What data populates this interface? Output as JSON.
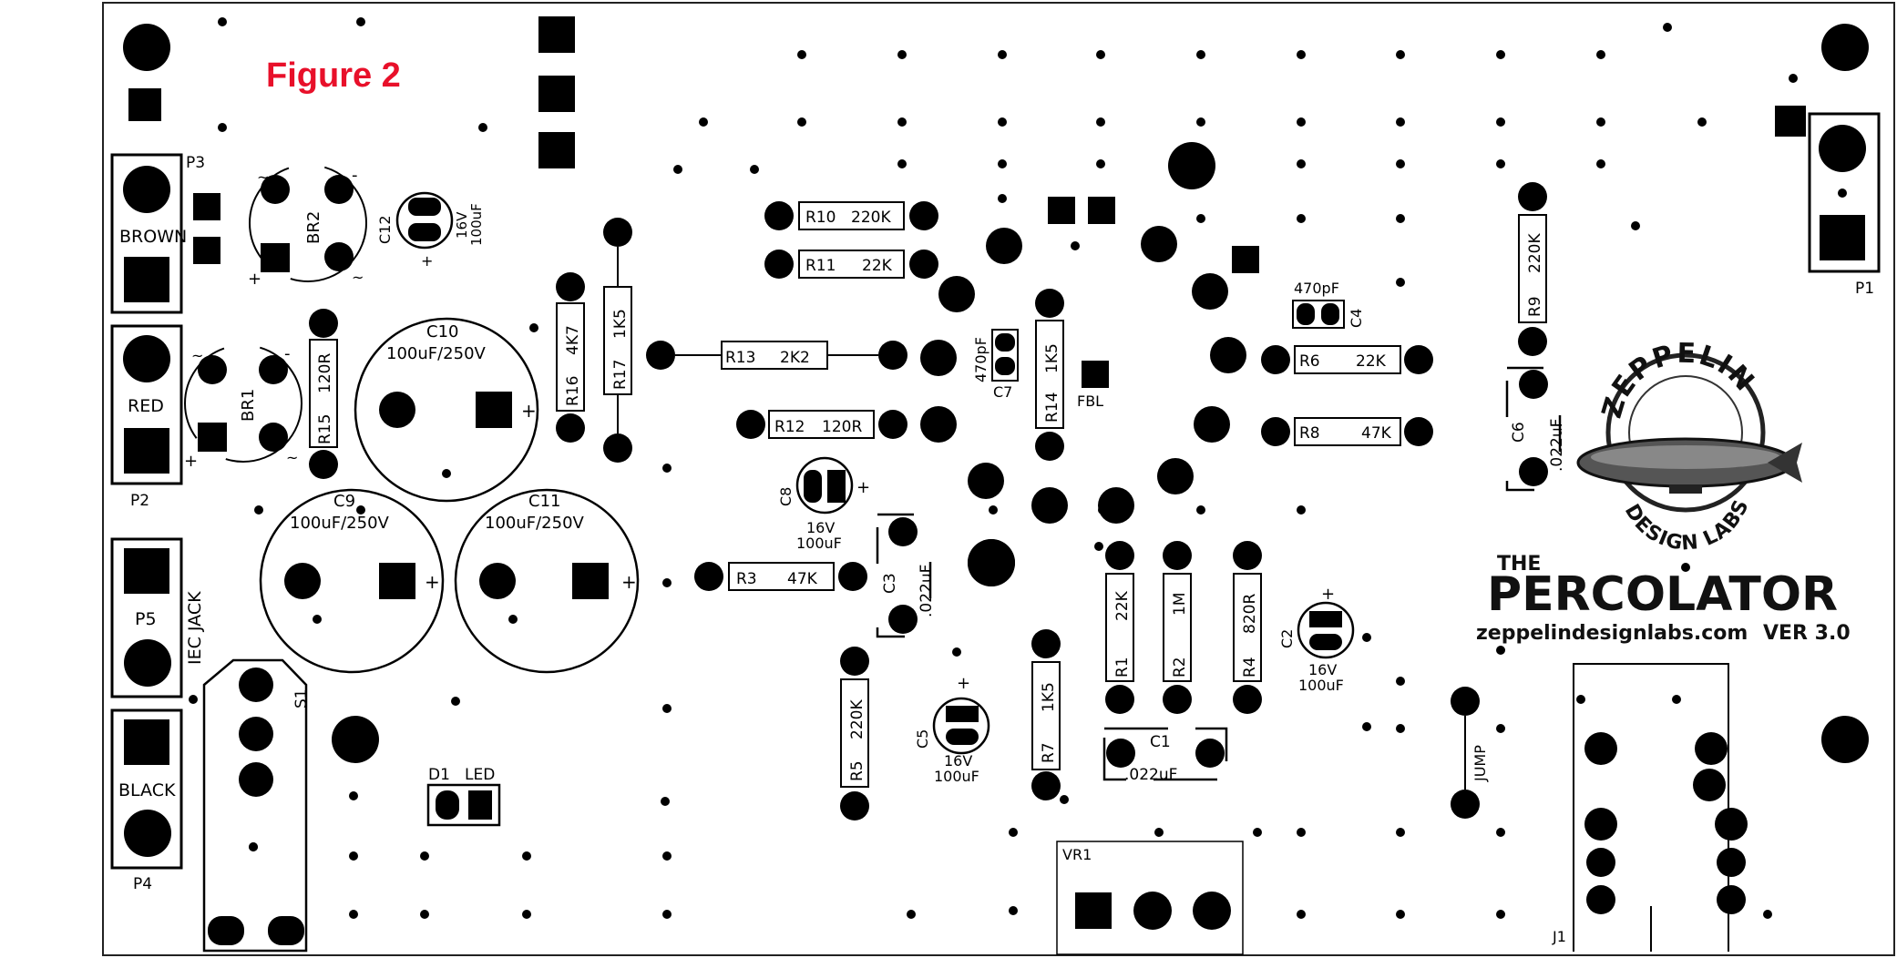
{
  "figure_label": "Figure 2",
  "connectors": {
    "P1": "P1",
    "P2": "P2",
    "P3": "P3",
    "P4": "P4",
    "P5": "P5",
    "brown": "BROWN",
    "red": "RED",
    "black": "BLACK",
    "iec_jack": "IEC JACK",
    "s1": "S1",
    "j1": "J1",
    "jump": "JUMP",
    "vr1": "VR1"
  },
  "diodes": {
    "br1": "BR1",
    "br2": "BR2",
    "d1": "D1",
    "led": "LED",
    "fbl": "FBL"
  },
  "resistors": {
    "r1": "R1",
    "r1_val": "22K",
    "r2": "R2",
    "r2_val": "1M",
    "r3": "R3",
    "r3_val": "47K",
    "r4": "R4",
    "r4_val": "820R",
    "r5": "R5",
    "r5_val": "220K",
    "r6": "R6",
    "r6_val": "22K",
    "r7": "R7",
    "r7_val": "1K5",
    "r8": "R8",
    "r8_val": "47K",
    "r9": "R9",
    "r9_val": "220K",
    "r10": "R10",
    "r10_val": "220K",
    "r11": "R11",
    "r11_val": "22K",
    "r12": "R12",
    "r12_val": "120R",
    "r13": "R13",
    "r13_val": "2K2",
    "r14": "R14",
    "r14_val": "1K5",
    "r15": "R15",
    "r15_val": "120R",
    "r16": "R16",
    "r16_val": "4K7",
    "r17": "R17",
    "r17_val": "1K5"
  },
  "capacitors": {
    "c1": "C1",
    "c1_val": ".022uF",
    "c2": "C2",
    "c2_volt": "16V",
    "c2_val": "100uF",
    "c3": "C3",
    "c3_val": ".022uF",
    "c4": "C4",
    "c4_val": "470pF",
    "c5": "C5",
    "c5_volt": "16V",
    "c5_val": "100uF",
    "c6": "C6",
    "c6_val": ".022uF",
    "c7": "C7",
    "c7_val": "470pF",
    "c8": "C8",
    "c8_volt": "16V",
    "c8_val": "100uF",
    "c9": "C9",
    "c9_val": "100uF/250V",
    "c10": "C10",
    "c10_val": "100uF/250V",
    "c11": "C11",
    "c11_val": "100uF/250V",
    "c12": "C12",
    "c12_volt": "16V",
    "c12_val": "100uF"
  },
  "polarity": {
    "plus": "+",
    "minus": "-",
    "ac": "~"
  },
  "branding": {
    "logo_top": "ZEPPELIN",
    "logo_bottom": "DESIGN LABS",
    "the": "THE",
    "product": "PERCOLATOR",
    "website": "zeppelindesignlabs.com",
    "version": "VER 3.0"
  },
  "colors": {
    "figure_label": "#e8102a",
    "ink": "#000000",
    "board": "#ffffff"
  }
}
